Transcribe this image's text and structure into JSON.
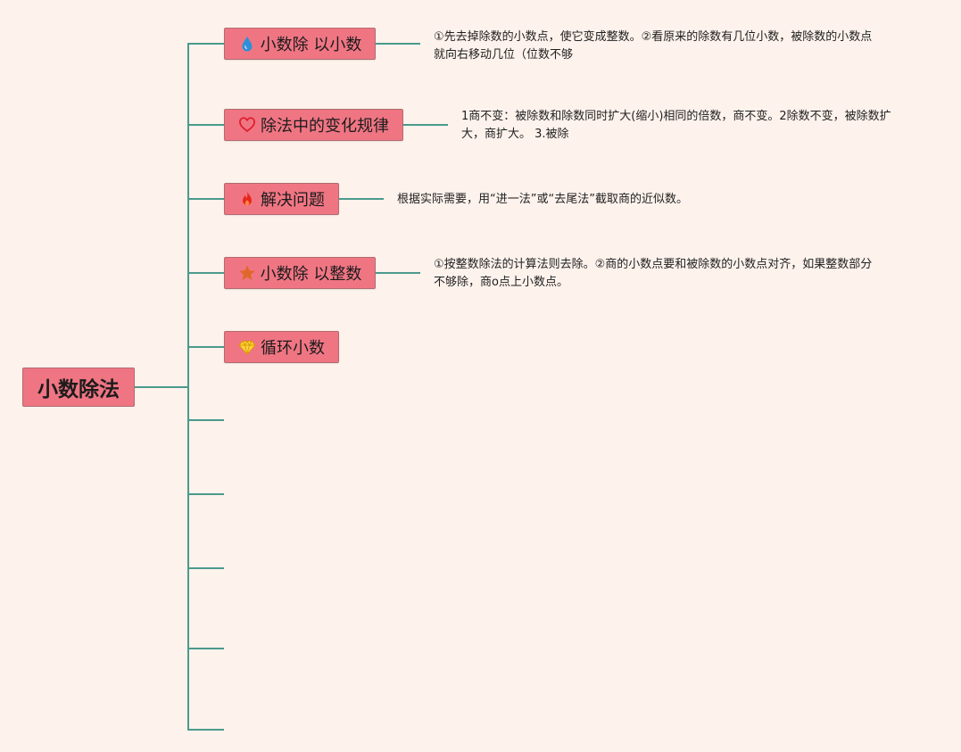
{
  "root": {
    "label": "小数除法"
  },
  "branches": [
    {
      "icon": "water-drop-icon",
      "label": "小数除 以小数",
      "note": "①先去掉除数的小数点，使它变成整数。②看原来的除数有几位小数，被除数的小数点就向右移动几位（位数不够"
    },
    {
      "icon": "heart-icon",
      "label": "除法中的变化规律",
      "note": "1商不变：被除数和除数同时扩大(缩小)相同的倍数，商不变。2除数不变，被除数扩大，商扩大。 3.被除"
    },
    {
      "icon": "flame-icon",
      "label": "解决问题",
      "note": "根据实际需要，用“进一法”或“去尾法”截取商的近似数。"
    },
    {
      "icon": "star-icon",
      "label": "小数除 以整数",
      "note": "①按整数除法的计算法则去除。②商的小数点要和被除数的小数点对齐，如果整数部分不够除，商o点上小数点。"
    },
    {
      "icon": "diamond-icon",
      "label": "循环小数",
      "note": ""
    }
  ],
  "colors": {
    "background": "#fdf2ec",
    "node_fill": "#f07583",
    "connector": "#4b9a8c"
  }
}
